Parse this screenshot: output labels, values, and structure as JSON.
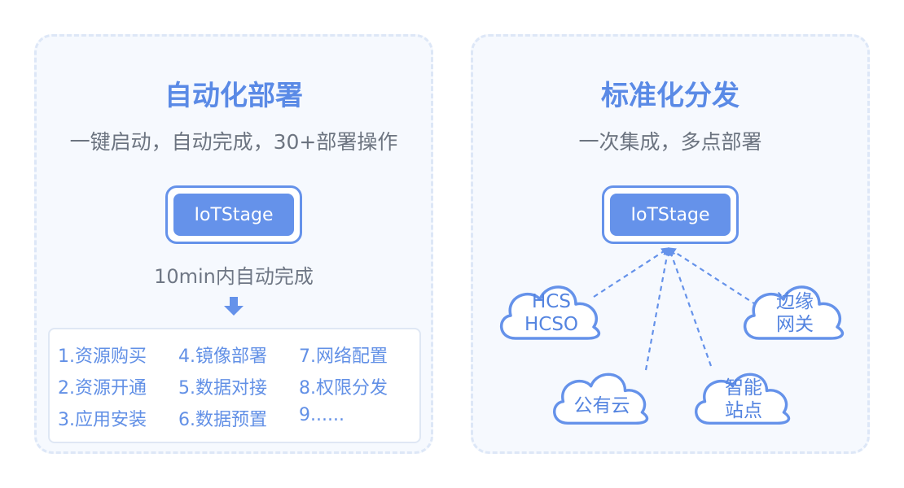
{
  "left": {
    "title": "自动化部署",
    "subtitle": "一键启动，自动完成，30+部署操作",
    "box_label": "IoTStage",
    "note": "10min内自动完成",
    "steps": [
      "1.资源购买",
      "4.镜像部署",
      "7.网络配置",
      "2.资源开通",
      "5.数据对接",
      "8.权限分发",
      "3.应用安装",
      "6.数据预置",
      "9......"
    ]
  },
  "right": {
    "title": "标准化分发",
    "subtitle": "一次集成，多点部署",
    "box_label": "IoTStage",
    "clouds": {
      "hcs_line1": "HCS",
      "hcs_line2": "HCSO",
      "edge_line1": "边缘",
      "edge_line2": "网关",
      "public": "公有云",
      "site_line1": "智能",
      "site_line2": "站点"
    }
  },
  "colors": {
    "accent": "#6592ea",
    "panel_bg": "#f6f9fe",
    "panel_border": "#dde7f7",
    "text_gray": "#6c7480"
  }
}
